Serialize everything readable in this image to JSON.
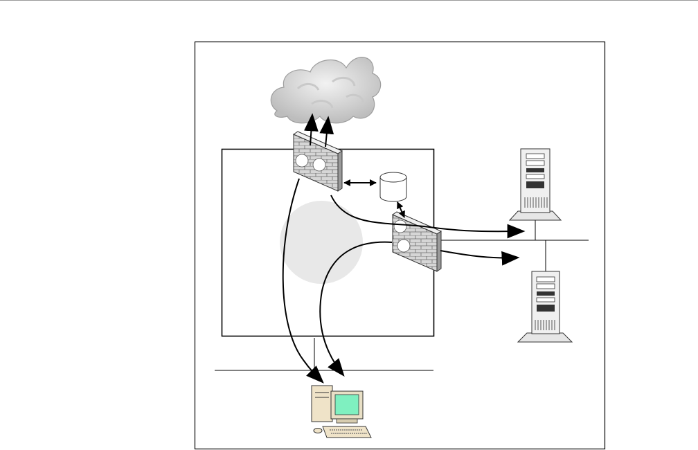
{
  "diagram": {
    "nodes": [
      {
        "id": "internet",
        "kind": "cloud-icon"
      },
      {
        "id": "outer-firewall",
        "kind": "firewall-icon",
        "ports": 2
      },
      {
        "id": "inner-firewall",
        "kind": "firewall-icon",
        "ports": 2
      },
      {
        "id": "database",
        "kind": "database-icon"
      },
      {
        "id": "server-top",
        "kind": "server-tower-icon"
      },
      {
        "id": "server-bottom",
        "kind": "server-tower-icon"
      },
      {
        "id": "workstation",
        "kind": "desktop-computer-icon"
      },
      {
        "id": "dmz-zone",
        "kind": "shaded-circle"
      }
    ],
    "edges": [
      {
        "from": "outer-firewall",
        "to": "internet",
        "directed": true
      },
      {
        "from": "outer-firewall",
        "to": "internet",
        "directed": true
      },
      {
        "from": "outer-firewall",
        "to": "database",
        "directed": true,
        "bidirectional": true
      },
      {
        "from": "database",
        "to": "inner-firewall",
        "directed": true,
        "bidirectional": true
      },
      {
        "from": "outer-firewall",
        "to": "server-top",
        "directed": true
      },
      {
        "from": "inner-firewall",
        "to": "server-bottom",
        "directed": true
      },
      {
        "from": "outer-firewall",
        "to": "workstation",
        "directed": true
      },
      {
        "from": "inner-firewall",
        "to": "workstation",
        "directed": true
      }
    ]
  }
}
